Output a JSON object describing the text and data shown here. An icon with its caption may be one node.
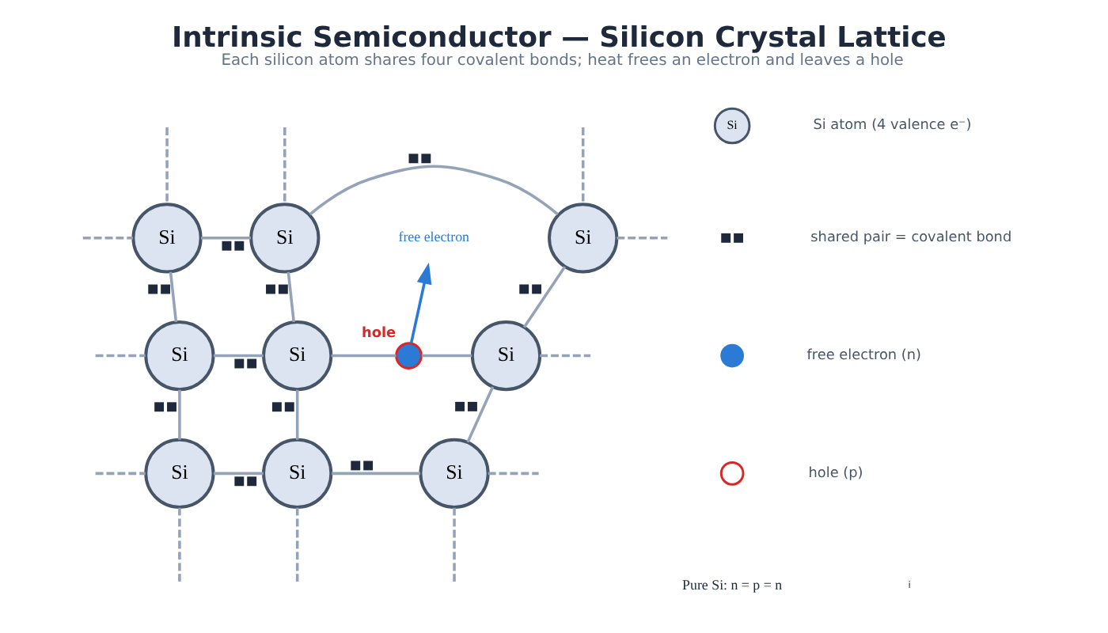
{
  "diagram": {
    "title": "Intrinsic Semiconductor — Silicon Crystal Lattice",
    "caption": "Each silicon atom shares four covalent bonds; heat frees an electron and leaves a hole",
    "nodes": [
      {
        "text": [
          "Si"
        ]
      },
      {
        "text": [
          "Si"
        ]
      },
      {
        "text": [
          "Si"
        ]
      },
      {
        "text": [
          "free electron"
        ]
      },
      {
        "text": [
          "Si"
        ]
      },
      {
        "text": [
          "Si"
        ]
      },
      {
        "text": [],
        "shape": "circle",
        "beside": [
          "hole"
        ]
      },
      {
        "text": [
          "Si"
        ]
      },
      {
        "text": [
          "Si"
        ]
      },
      {
        "text": [
          "Si"
        ]
      },
      {
        "text": [
          "Si"
        ]
      }
    ],
    "edges": [
      {
        "from": 0,
        "to": 1,
        "arrow": "none"
      },
      {
        "from": 1,
        "to": 2,
        "arrow": "none"
      },
      {
        "from": 4,
        "to": 5,
        "arrow": "none"
      },
      {
        "from": 5,
        "to": 6,
        "arrow": "none"
      },
      {
        "from": 6,
        "to": 7,
        "arrow": "none"
      },
      {
        "from": 8,
        "to": 9,
        "arrow": "none"
      },
      {
        "from": 9,
        "to": 10,
        "arrow": "none"
      },
      {
        "from": 0,
        "to": 4,
        "arrow": "none"
      },
      {
        "from": 1,
        "to": 5,
        "arrow": "none"
      },
      {
        "from": 2,
        "to": 7,
        "arrow": "none"
      },
      {
        "from": 4,
        "to": 8,
        "arrow": "none"
      },
      {
        "from": 5,
        "to": 9,
        "arrow": "none"
      },
      {
        "from": 7,
        "to": 10,
        "arrow": "none"
      },
      {
        "from": 6,
        "to": 3,
        "arrow": "to",
        "color": "#2b7bd6"
      },
      {
        "from": 0,
        "to": null,
        "arrow": "none",
        "style": "dashed"
      },
      {
        "from": 1,
        "to": null,
        "arrow": "none",
        "style": "dashed"
      },
      {
        "from": 2,
        "to": null,
        "arrow": "none",
        "style": "dashed"
      },
      {
        "from": 0,
        "to": null,
        "arrow": "none",
        "style": "dashed"
      },
      {
        "from": 4,
        "to": null,
        "arrow": "none",
        "style": "dashed"
      },
      {
        "from": 8,
        "to": null,
        "arrow": "none",
        "style": "dashed"
      },
      {
        "from": 2,
        "to": null,
        "arrow": "none",
        "style": "dashed"
      },
      {
        "from": 7,
        "to": null,
        "arrow": "none",
        "style": "dashed"
      },
      {
        "from": 10,
        "to": null,
        "arrow": "none",
        "style": "dashed"
      },
      {
        "from": 8,
        "to": null,
        "arrow": "none",
        "style": "dashed"
      },
      {
        "from": 9,
        "to": null,
        "arrow": "none",
        "style": "dashed"
      },
      {
        "from": 10,
        "to": null,
        "arrow": "none",
        "style": "dashed"
      }
    ],
    "labels": [
      "Si",
      "Pure Si: n = p = n",
      "i"
    ],
    "legend": [
      {
        "text": "Si atom (4 valence e⁻)"
      },
      {
        "text": "shared pair = covalent bond"
      },
      {
        "text": "free electron (n)"
      },
      {
        "text": "hole (p)"
      }
    ]
  }
}
